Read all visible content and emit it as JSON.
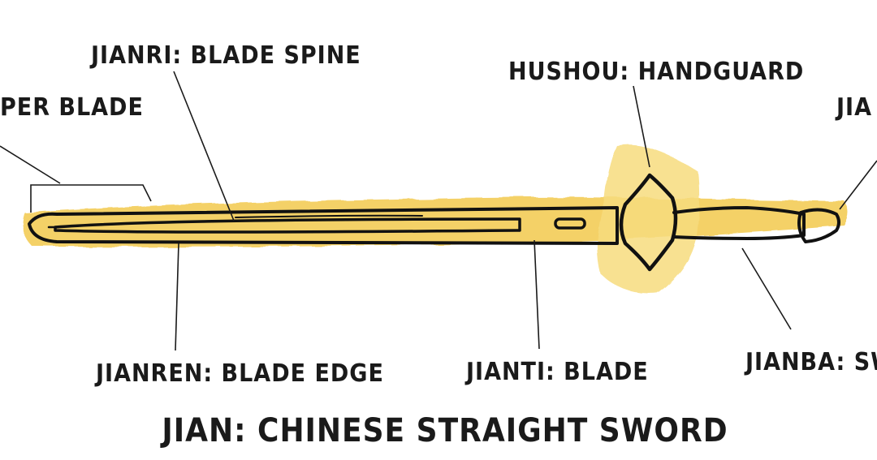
{
  "diagram": {
    "title": "JIAN: CHINESE STRAIGHT SWORD",
    "labels": {
      "upper_blade": "PER BLADE",
      "blade_spine": "JIANRI: BLADE SPINE",
      "handguard": "HUSHOU: HANDGUARD",
      "pommel": "JIA",
      "blade_edge": "JIANREN: BLADE EDGE",
      "blade": "JIANTI: BLADE",
      "grip": "JIANBA: SW"
    },
    "colors": {
      "wash": "#f2c94c",
      "wash_light": "#f7dc7e",
      "ink": "#111111"
    }
  }
}
